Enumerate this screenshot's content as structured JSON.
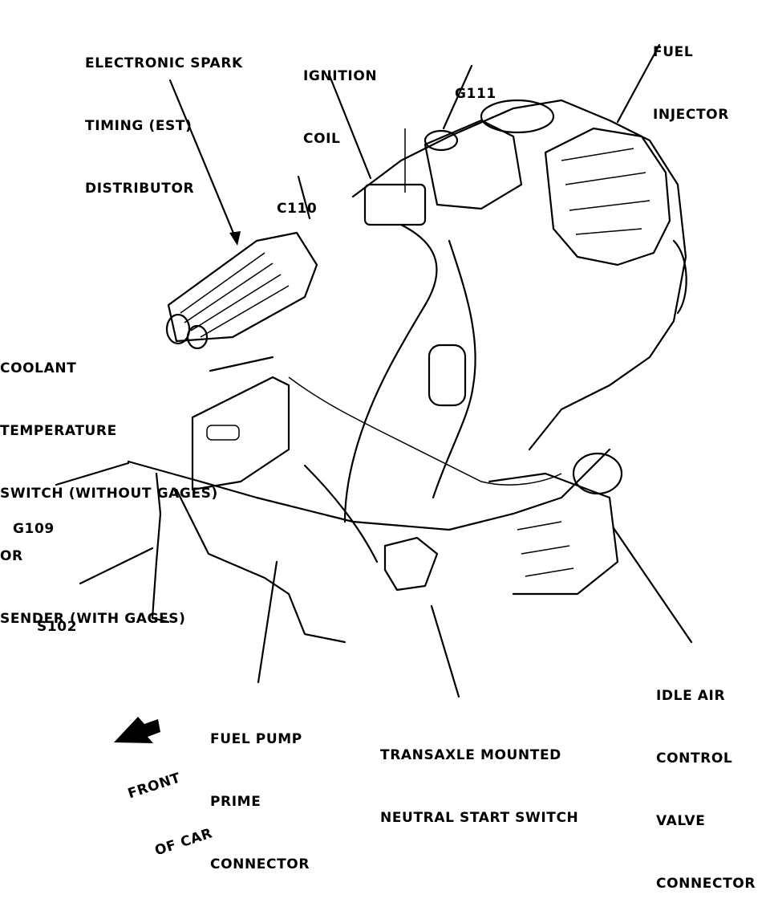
{
  "callouts": {
    "distributor": [
      "ELECTRONIC SPARK",
      "TIMING (EST)",
      "DISTRIBUTOR"
    ],
    "ignition_coil": [
      "IGNITION",
      "COIL"
    ],
    "g111": [
      "G111"
    ],
    "fuel_injector": [
      "FUEL",
      "INJECTOR"
    ],
    "c110": [
      "C110"
    ],
    "coolant": [
      "COOLANT",
      "TEMPERATURE",
      "SWITCH (WITHOUT GAGES)",
      "OR",
      "SENDER (WITH GAGES)"
    ],
    "g109": [
      "G109"
    ],
    "s102": [
      "S102"
    ],
    "fuel_pump": [
      "FUEL PUMP",
      "PRIME",
      "CONNECTOR"
    ],
    "transaxle": [
      "TRANSAXLE MOUNTED",
      "NEUTRAL START SWITCH"
    ],
    "iac": [
      "IDLE AIR",
      "CONTROL",
      "VALVE",
      "CONNECTOR"
    ],
    "front": [
      "FRONT",
      "OF CAR"
    ]
  },
  "colors": {
    "ink": "#000000",
    "paper": "#ffffff"
  },
  "icons": {
    "front_arrow": "arrow-up-left-icon"
  }
}
